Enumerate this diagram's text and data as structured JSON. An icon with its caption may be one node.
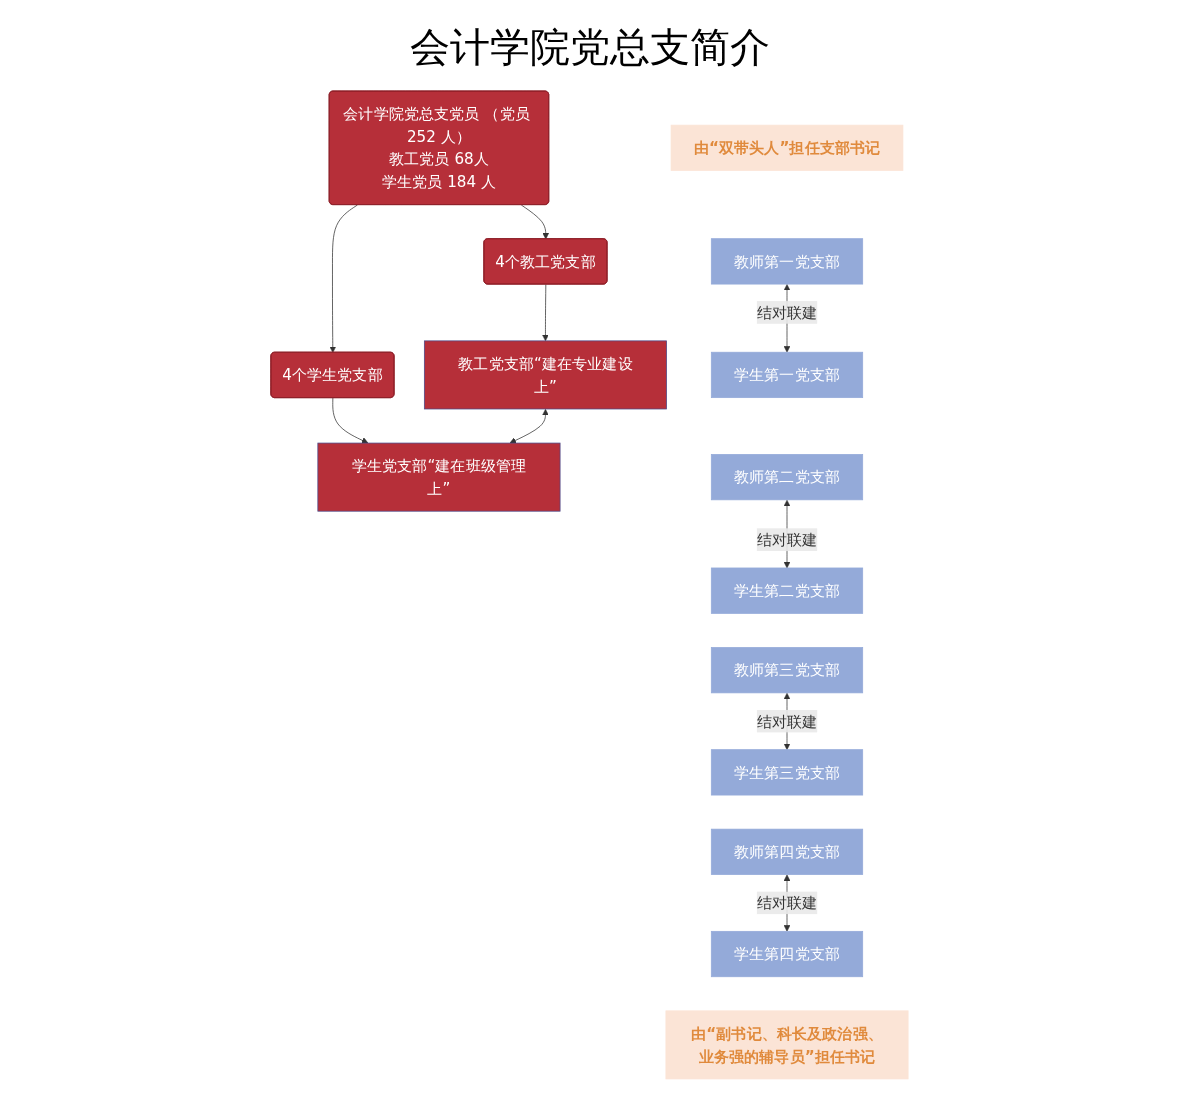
{
  "diagram": {
    "title": "会计学院党总支简介",
    "nodes": [
      {
        "text": [
          "会计学院党总支党员 （党员 252 人）",
          "教工党员 68人",
          "学生党员 184 人"
        ]
      },
      {
        "text": [
          "4个教工党支部"
        ]
      },
      {
        "text": [
          "4个学生党支部"
        ]
      },
      {
        "text": [
          "教工党支部“建在专业建设上”"
        ]
      },
      {
        "text": [
          "学生党支部“建在班级管理上”"
        ]
      },
      {
        "text": [
          "由“双带头人”担任支部书记"
        ]
      },
      {
        "text": [
          "教师第一党支部"
        ]
      },
      {
        "text": [
          "学生第一党支部"
        ]
      },
      {
        "text": [
          "教师第二党支部"
        ]
      },
      {
        "text": [
          "学生第二党支部"
        ]
      },
      {
        "text": [
          "教师第三党支部"
        ]
      },
      {
        "text": [
          "学生第三党支部"
        ]
      },
      {
        "text": [
          "教师第四党支部"
        ]
      },
      {
        "text": [
          "学生第四党支部"
        ]
      },
      {
        "text": [
          "由“副书记、科长及政治强、业务强的辅导员”担任书记"
        ]
      }
    ],
    "edges": [
      {
        "from": 0,
        "to": 1,
        "arrow": "to"
      },
      {
        "from": 0,
        "to": 2,
        "arrow": "to"
      },
      {
        "from": 1,
        "to": 3,
        "arrow": "to"
      },
      {
        "from": 2,
        "to": 4,
        "arrow": "to"
      },
      {
        "from": 3,
        "to": 4,
        "arrow": "both"
      },
      {
        "from": 6,
        "to": 7,
        "arrow": "both",
        "label": "结对联建"
      },
      {
        "from": 8,
        "to": 9,
        "arrow": "both",
        "label": "结对联建"
      },
      {
        "from": 10,
        "to": 11,
        "arrow": "both",
        "label": "结对联建"
      },
      {
        "from": 12,
        "to": 13,
        "arrow": "both",
        "label": "结对联建"
      }
    ]
  }
}
